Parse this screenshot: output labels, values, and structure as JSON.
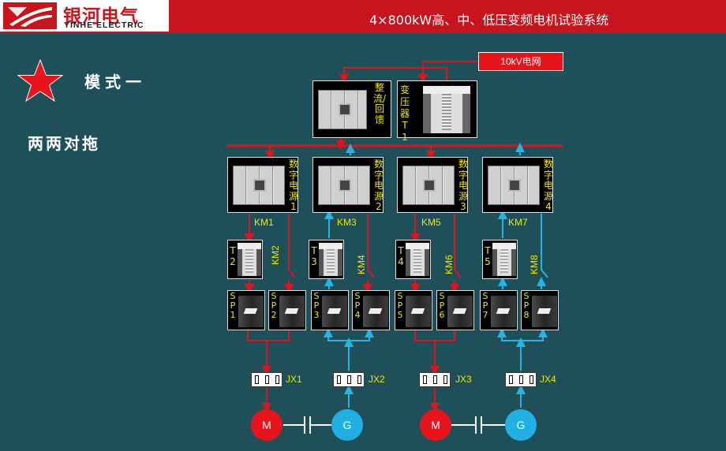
{
  "header": {
    "logo_cn": "银河电气",
    "logo_en": "YINHE ELECTRIC",
    "title": "4×800kW高、中、低压变频电机试验系统"
  },
  "mode_label": "模式一",
  "subtitle": "两两对拖",
  "grid_label": "10kV电网",
  "rectifier_label": "整流/回馈",
  "transformer_t1_label": "变压器T1",
  "power_supplies": [
    {
      "label": "数字电源1"
    },
    {
      "label": "数字电源2"
    },
    {
      "label": "数字电源3"
    },
    {
      "label": "数字电源4"
    }
  ],
  "km_labels": [
    "KM1",
    "KM2",
    "KM3",
    "KM4",
    "KM5",
    "KM6",
    "KM7",
    "KM8"
  ],
  "transformers": [
    "T2",
    "T3",
    "T4",
    "T5"
  ],
  "sp_labels": [
    "SP1",
    "SP2",
    "SP3",
    "SP4",
    "SP5",
    "SP6",
    "SP7",
    "SP8"
  ],
  "jx_labels": [
    "JX1",
    "JX2",
    "JX3",
    "JX4"
  ],
  "machines": [
    "M",
    "G",
    "M",
    "G"
  ],
  "colors": {
    "header": "#c8141c",
    "background": "#1f4f58",
    "red_line": "#e0141c",
    "blue_line": "#23b4e8",
    "label_yellow": "#f1e800",
    "motor": "#e8141c",
    "generator": "#22b0e4"
  }
}
